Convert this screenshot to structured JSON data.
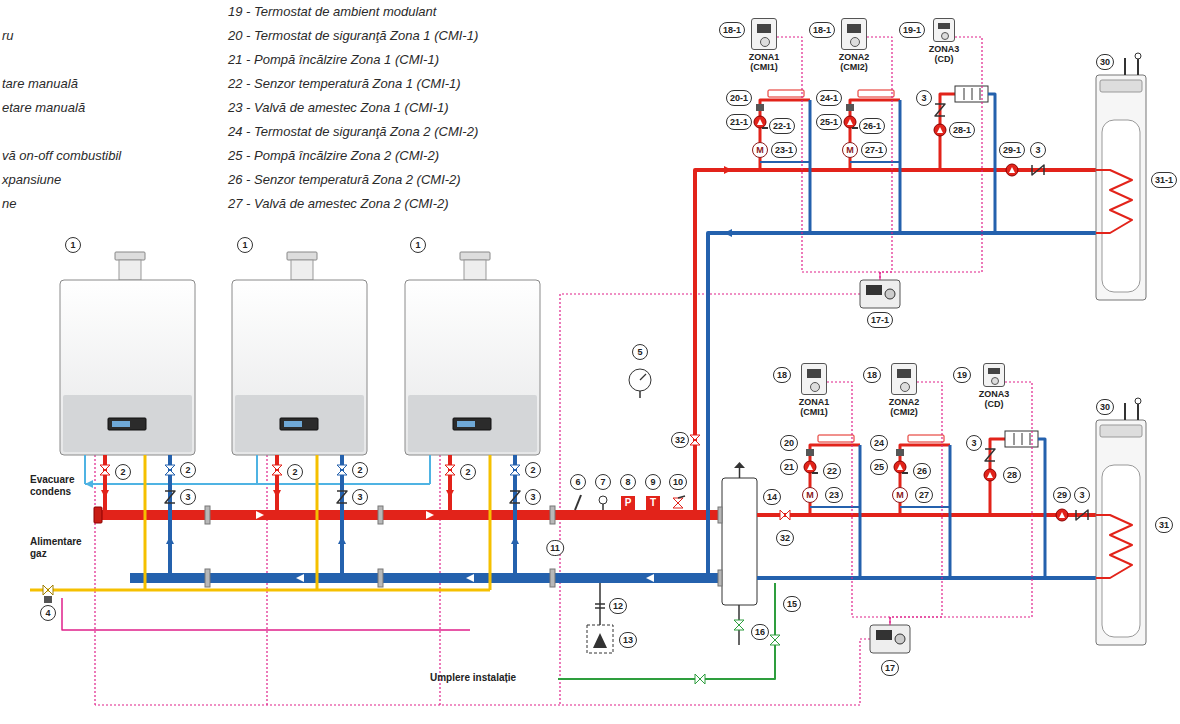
{
  "diagram": {
    "nodes": [
      {
        "text": [
          "ZONA1 (CMI1)"
        ]
      },
      {
        "text": [
          "ZONA2 (CMI2)"
        ]
      },
      {
        "text": [
          "ZONA3 (CD)"
        ]
      },
      {
        "text": [
          "M"
        ]
      },
      {
        "text": [
          "M"
        ]
      },
      {
        "text": [
          "ZONA1 (CMI1)"
        ]
      },
      {
        "text": [
          "ZONA2 (CMI2)"
        ]
      },
      {
        "text": [
          "ZONA3 (CD)"
        ]
      },
      {
        "text": [
          "M"
        ]
      },
      {
        "text": [
          "M"
        ]
      },
      {
        "text": [
          "P"
        ]
      },
      {
        "text": [
          "T"
        ]
      }
    ],
    "labels": [
      "ru",
      "tare manuală",
      "etare manuală",
      "vă on-off combustibil",
      "xpansiune",
      "ne",
      "19 - Termostat de ambient modulant",
      "20 - Termostat de siguranţă Zona 1 (CMI-1)",
      "21 - Pompă încălzire Zona 1 (CMI-1)",
      "22 - Senzor temperatură Zona 1 (CMI-1)",
      "23 - Valvă de amestec Zona 1 (CMI-1)",
      "24 - Termostat de siguranţă Zona 2 (CMI-2)",
      "25 - Pompă încălzire Zona 2 (CMI-2)",
      "26 - Senzor temperatură Zona 2 (CMI-2)",
      "27 - Valvă de amestec Zona 2 (CMI-2)",
      "18-1",
      "18-1",
      "19-1",
      "30",
      "20-1",
      "24-1",
      "3",
      "21-1",
      "22-1",
      "25-1",
      "26-1",
      "28-1",
      "29-1",
      "3",
      "31-1",
      "23-1",
      "27-1",
      "17-1",
      "1",
      "1",
      "1",
      "5",
      "32",
      "18",
      "18",
      "19",
      "30",
      "20",
      "24",
      "3",
      "21",
      "22",
      "25",
      "26",
      "28",
      "29",
      "3",
      "31",
      "23",
      "27",
      "32",
      "17",
      "2",
      "2",
      "2",
      "2",
      "2",
      "2",
      "Evacuare condens",
      "6",
      "7",
      "8",
      "9",
      "10",
      "14",
      "3",
      "3",
      "3",
      "11",
      "Alimentare gaz",
      "4",
      "12",
      "16",
      "15",
      "13",
      "Umplere instalație"
    ]
  }
}
